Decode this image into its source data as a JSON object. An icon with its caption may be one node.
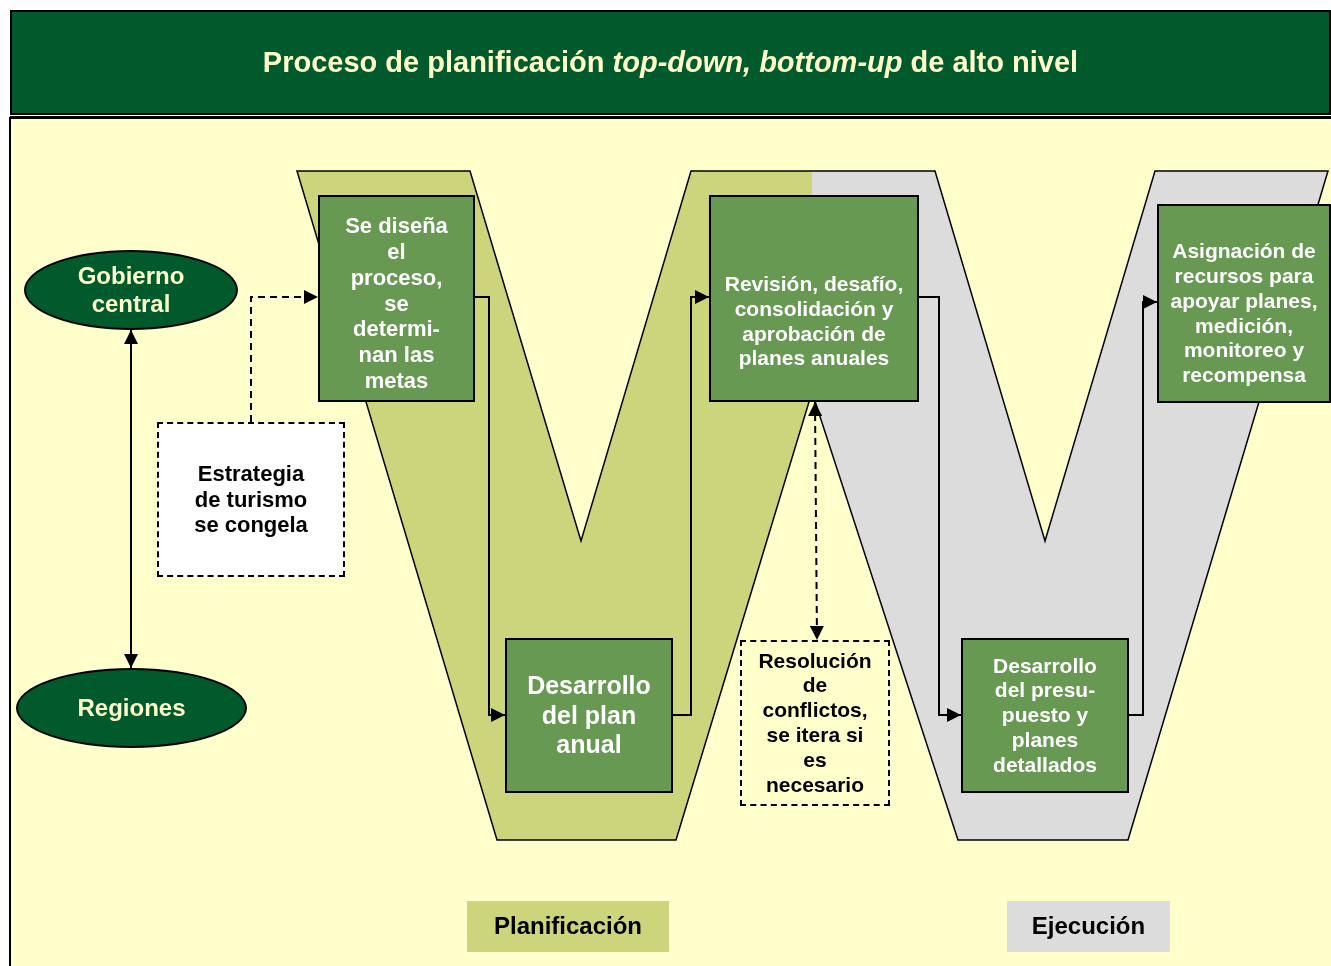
{
  "diagram": {
    "title": "Proceso de planificación *top-down, bottom-up* de alto nivel",
    "nodes": [
      {
        "text": [
          "Gobierno central"
        ]
      },
      {
        "text": [
          "Regiones"
        ]
      },
      {
        "text": [
          "Estrategia de turismo se congela"
        ]
      },
      {
        "text": [
          "Se diseña el proceso, se determi- nan las metas"
        ]
      },
      {
        "text": [
          "Desarrollo del plan anual"
        ]
      },
      {
        "text": [
          "Revisión, desafío, consolidación y aprobación de planes anuales"
        ]
      },
      {
        "text": [
          "Resolución de conflictos, se itera si es necesario"
        ]
      },
      {
        "text": [
          "Desarrollo del presu- puesto y planes detallados"
        ]
      },
      {
        "text": [
          "Asignación de recursos para apoyar planes, medición, monitoreo y recompensa"
        ]
      },
      {
        "text": [
          "Planificación"
        ]
      },
      {
        "text": [
          "Ejecución"
        ]
      }
    ],
    "edges": [
      {
        "from": 0,
        "to": 1,
        "arrow": "both"
      },
      {
        "from": 2,
        "to": 3,
        "arrow": "to",
        "style": "dashed"
      },
      {
        "from": 3,
        "to": 4,
        "arrow": "to"
      },
      {
        "from": 4,
        "to": 5,
        "arrow": "to"
      },
      {
        "from": 5,
        "to": 6,
        "arrow": "both",
        "style": "dashed"
      },
      {
        "from": 5,
        "to": 7,
        "arrow": "to"
      },
      {
        "from": 7,
        "to": 8,
        "arrow": "to"
      }
    ]
  }
}
